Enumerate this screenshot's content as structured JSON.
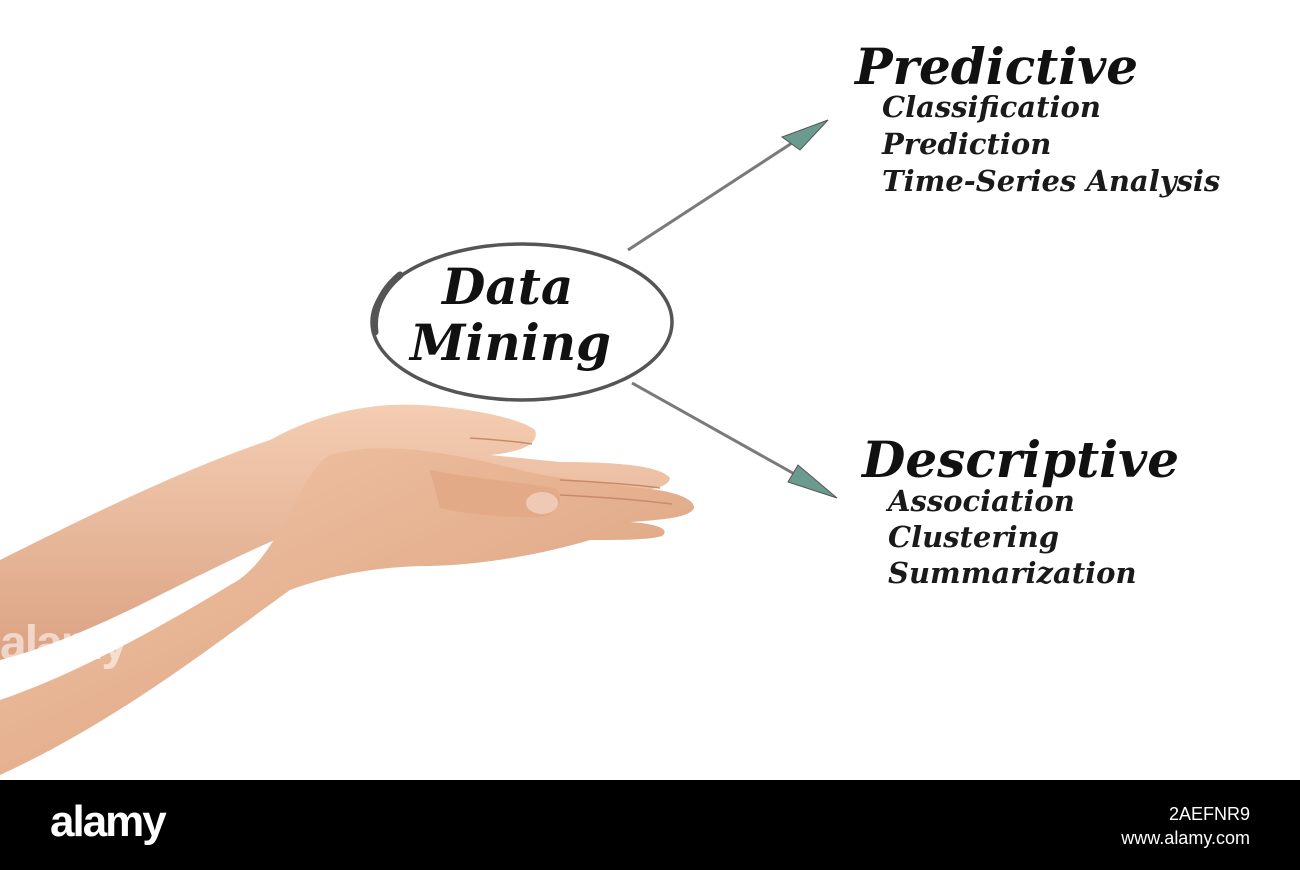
{
  "diagram": {
    "center": {
      "line1": "Data",
      "line2": "Mining"
    },
    "branches": [
      {
        "heading": "Predictive",
        "items": [
          "Classification",
          "Prediction",
          "Time-Series Analysis"
        ]
      },
      {
        "heading": "Descriptive",
        "items": [
          "Association",
          "Clustering",
          "Summarization"
        ]
      }
    ]
  },
  "watermark": {
    "text": "alamy"
  },
  "footer": {
    "logo": "alamy",
    "image_id": "2AEFNR9",
    "site": "www.alamy.com"
  },
  "colors": {
    "ellipse": "#555555",
    "arrow": "#7a7a7a",
    "arrowhead": "#6b9a8f",
    "text": "#111111",
    "skin": "#e9b898",
    "footer_bg": "#000000"
  }
}
